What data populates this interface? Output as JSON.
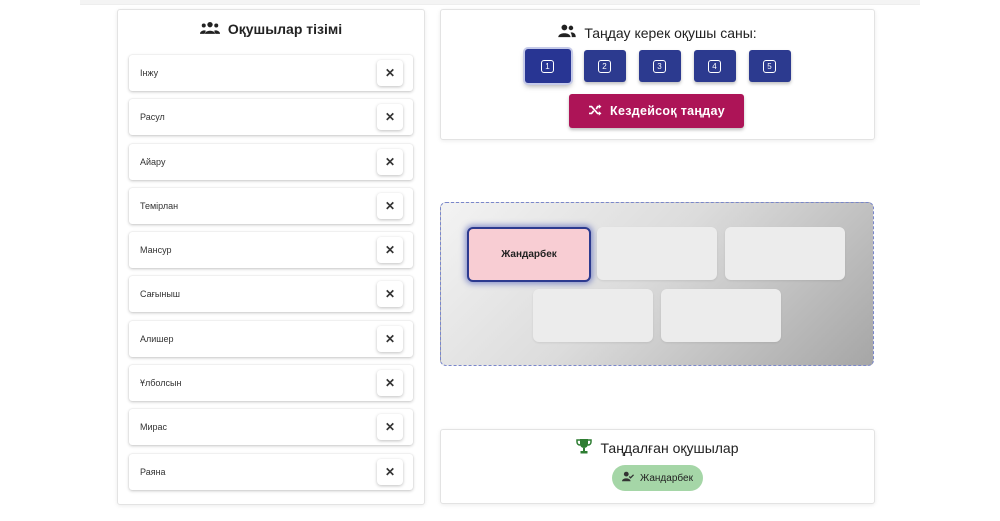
{
  "students_panel": {
    "title": "Оқушылар тізімі",
    "icon": "group-icon",
    "remove_label": "✕",
    "students": [
      "Інжу",
      "Расул",
      "Айару",
      "Темірлан",
      "Мансур",
      "Сағыныш",
      "Алишер",
      "Ұлболсын",
      "Мирас",
      "Раяна"
    ]
  },
  "count_panel": {
    "title": "Таңдау керек оқушы саны:",
    "icon": "people-icon",
    "options": [
      "1",
      "2",
      "3",
      "4",
      "5"
    ],
    "selected": "1",
    "random_button": "Кездейсоқ таңдау",
    "random_icon": "shuffle-icon"
  },
  "cards": {
    "picked_name": "Жандарбек",
    "total_cards": 5
  },
  "selected_panel": {
    "title": "Таңдалған оқушылар",
    "icon": "trophy-icon",
    "chips": [
      "Жандарбек"
    ],
    "chip_icon": "person-check-icon"
  },
  "colors": {
    "primary": "#283593",
    "accent": "#ad1457",
    "chip": "#a5d6a7",
    "picked_card": "#f8cdd3",
    "trophy": "#2e7d32"
  }
}
